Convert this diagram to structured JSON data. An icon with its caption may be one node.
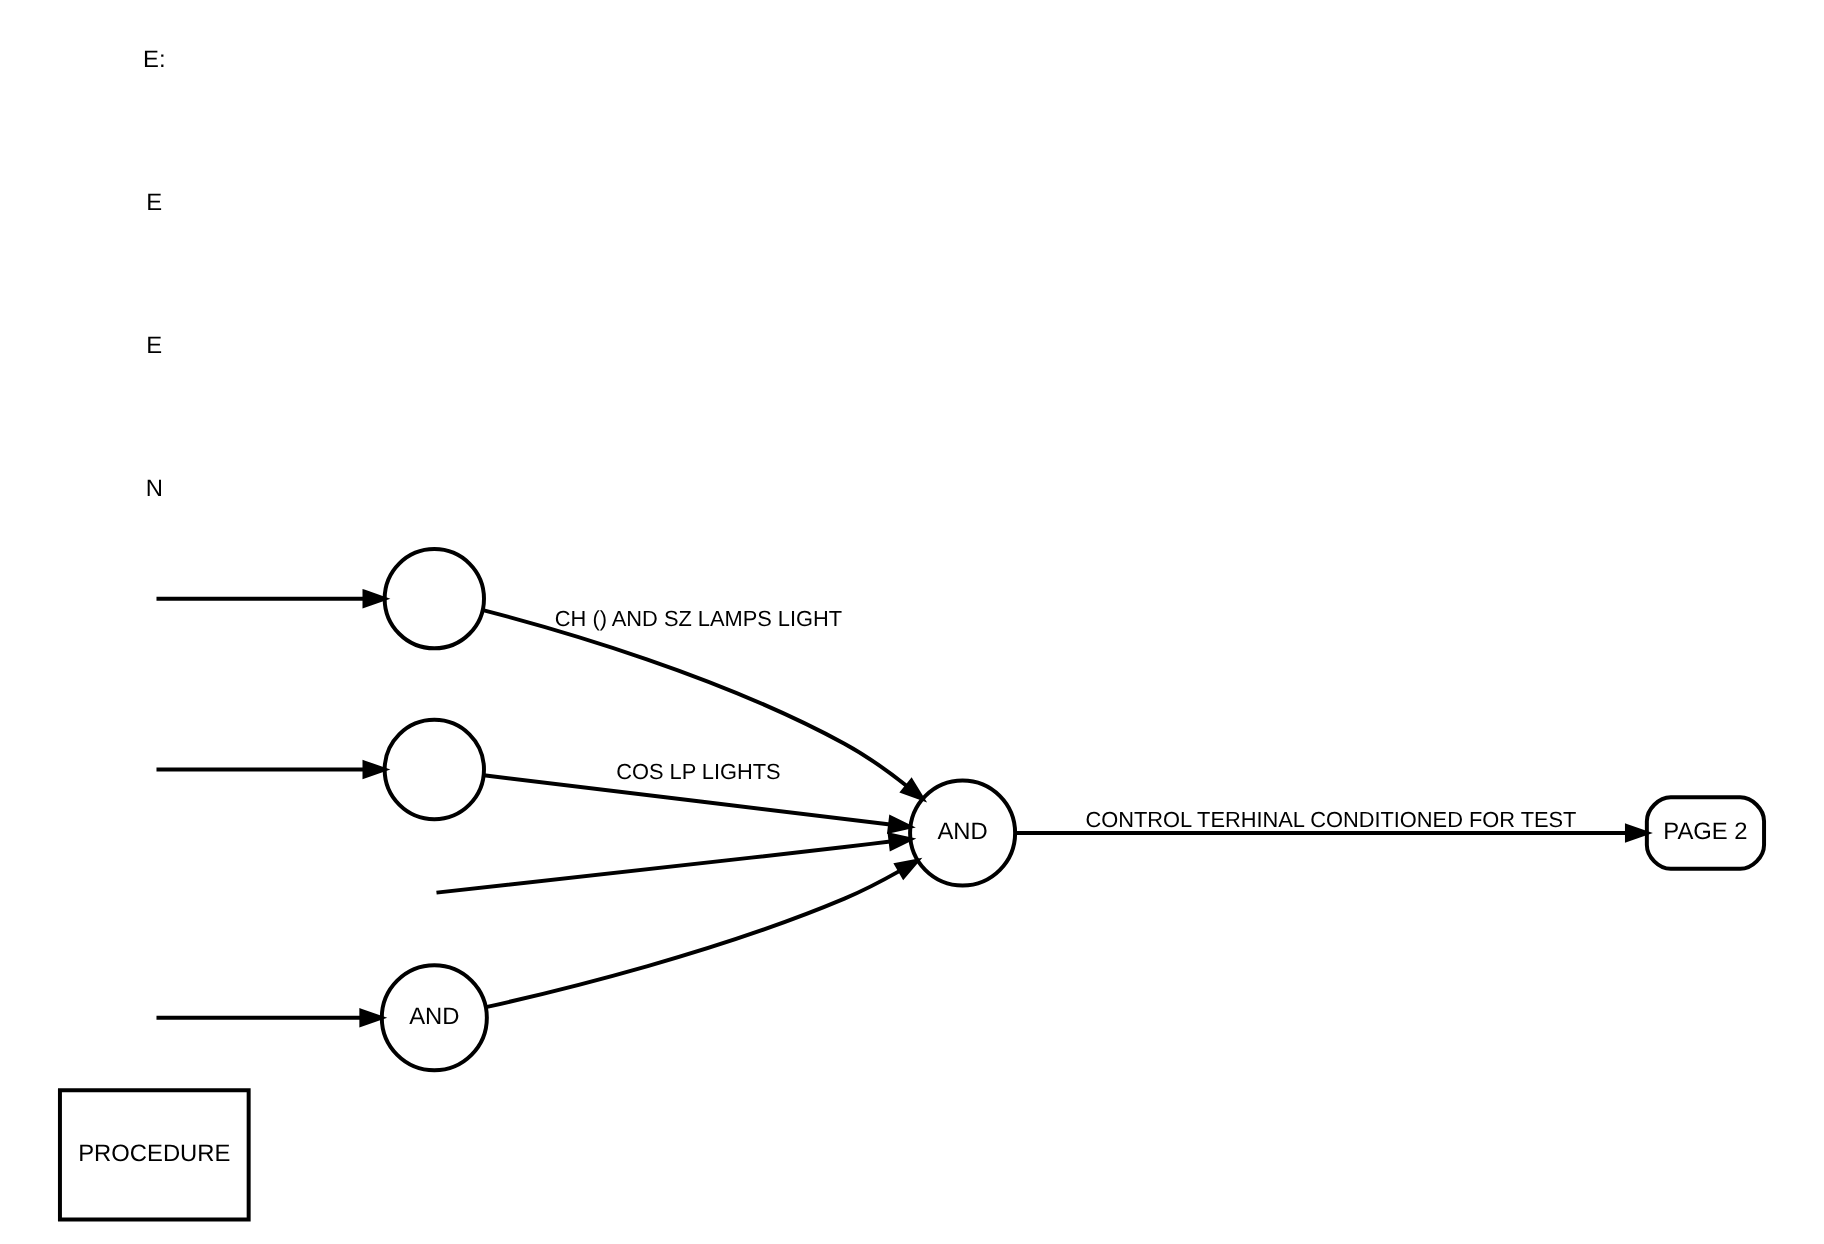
{
  "diagram": {
    "nodes": [
      {
        "text": [
          "PROCEDURE"
        ]
      },
      {
        "text": [
          "AND"
        ]
      },
      {
        "text": [],
        "shape": "circle"
      },
      {
        "text": [
          "AND"
        ]
      },
      {
        "text": [],
        "shape": "circle"
      },
      {
        "text": [
          "PAGE 2"
        ]
      }
    ],
    "edges": [
      {
        "from": null,
        "to": 1,
        "arrow": "to"
      },
      {
        "from": null,
        "to": 2,
        "arrow": "to"
      },
      {
        "from": null,
        "to": 4,
        "arrow": "to"
      },
      {
        "from": 1,
        "to": 3,
        "arrow": "to"
      },
      {
        "from": 2,
        "to": 3,
        "arrow": "to",
        "label": "CH () AND SZ LAMPS LIGHT"
      },
      {
        "from": null,
        "to": 3,
        "arrow": "to"
      },
      {
        "from": 4,
        "to": 3,
        "arrow": "to",
        "label": "COS LP LIGHTS"
      },
      {
        "from": 3,
        "to": 5,
        "arrow": "to",
        "label": "CONTROL TERHINAL CONDITIONED FOR TEST"
      }
    ],
    "labels": [
      "N",
      "E",
      "E",
      "E:"
    ]
  }
}
